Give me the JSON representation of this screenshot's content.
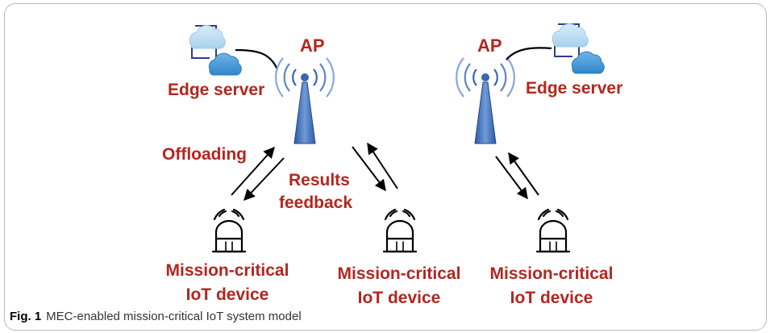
{
  "diagram": {
    "colors": {
      "label": "#b3261e",
      "tower": "#3a66b0",
      "cloud": "#5fa7dc",
      "bracket": "#2b3d8a",
      "arrow": "#000000"
    },
    "sites": [
      {
        "ap_label": "AP",
        "server_label": "Edge server"
      },
      {
        "ap_label": "AP",
        "server_label": "Edge server"
      }
    ],
    "link_labels": {
      "offloading": "Offloading",
      "results_line1": "Results",
      "results_line2": "feedback"
    },
    "devices": [
      {
        "line1": "Mission-critical",
        "line2": "IoT device"
      },
      {
        "line1": "Mission-critical",
        "line2": "IoT device"
      },
      {
        "line1": "Mission-critical",
        "line2": "IoT device"
      }
    ]
  },
  "caption": {
    "figure_label": "Fig. 1",
    "text": "MEC-enabled mission-critical IoT system model"
  }
}
